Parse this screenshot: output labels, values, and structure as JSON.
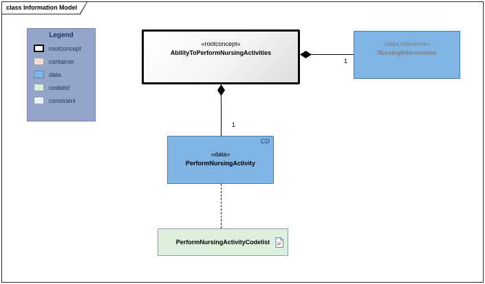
{
  "frame": {
    "title": "class Information Model"
  },
  "legend": {
    "title": "Legend",
    "items": [
      {
        "label": "rootconcept"
      },
      {
        "label": "container"
      },
      {
        "label": "data"
      },
      {
        "label": "codelist"
      },
      {
        "label": "constraint"
      }
    ]
  },
  "nodes": {
    "root": {
      "stereotype": "«rootconcept»",
      "name": "AbilityToPerformNursingActivities"
    },
    "intervention": {
      "stereotype": "«data,reference»",
      "name": "NursingIntervention"
    },
    "perform": {
      "stereotype": "«data»",
      "name": "PerformNursingActivity",
      "corner": "CD"
    },
    "codelist": {
      "name": "PerformNursingActivityCodelist"
    }
  },
  "edges": {
    "root_intervention": {
      "multiplicity": "1"
    },
    "root_perform": {
      "multiplicity": "1"
    }
  },
  "colors": {
    "data_fill": "#7fb4e4",
    "data_border": "#4a7ab5",
    "codelist_fill": "#ddefdd",
    "legend_fill": "#94a4ca",
    "rootconcept_border": "#000000"
  }
}
